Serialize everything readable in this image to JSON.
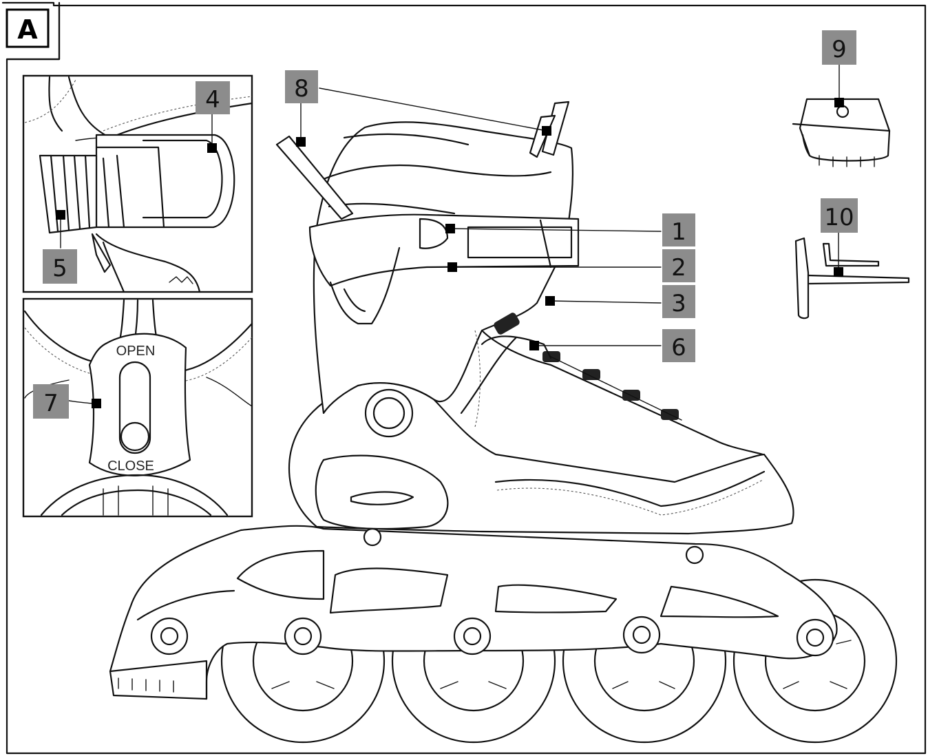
{
  "figure": {
    "letter": "A"
  },
  "callouts": {
    "c1": "1",
    "c2": "2",
    "c3": "3",
    "c4": "4",
    "c5": "5",
    "c6": "6",
    "c7": "7",
    "c8": "8",
    "c9": "9",
    "c10": "10"
  },
  "inset_lock": {
    "open_label": "OPEN",
    "close_label": "CLOSE"
  },
  "colors": {
    "callout_fill": "#8c8c8c",
    "line": "#111111",
    "background": "#ffffff"
  }
}
